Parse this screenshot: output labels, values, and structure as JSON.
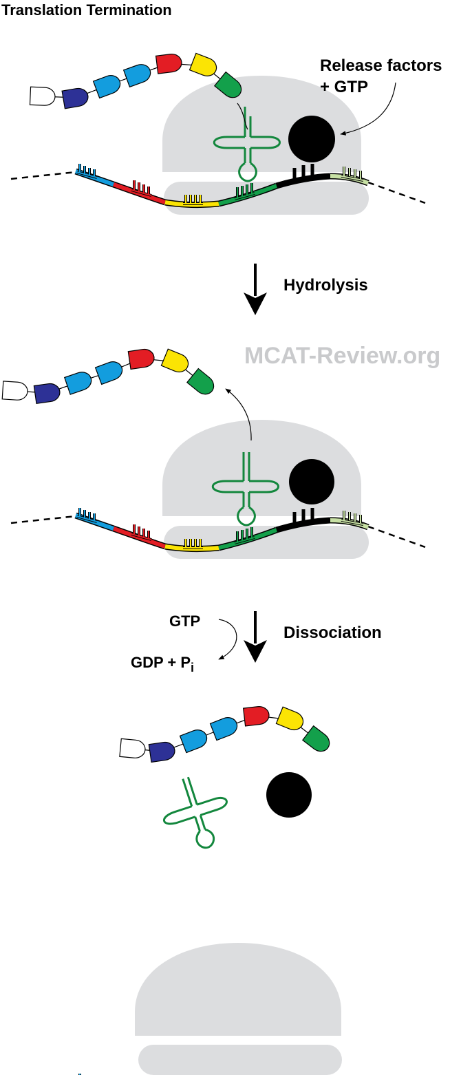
{
  "title": "Translation Termination",
  "watermark": "MCAT-Review.org",
  "labels": {
    "release_factors": "Release factors",
    "plus_gtp": "+ GTP",
    "hydrolysis": "Hydrolysis",
    "dissociation": "Dissociation",
    "gtp": "GTP",
    "gdp_pi_main": "GDP + P",
    "gdp_pi_sub": "i"
  },
  "colors": {
    "ribosome": "#dcdddf",
    "watermark": "#c9cacc",
    "trna": "#13873d",
    "release_factor": "#000000",
    "chain": [
      "#ffffff",
      "#2d3196",
      "#139dde",
      "#139dde",
      "#e31d24",
      "#fbe404",
      "#13a04b"
    ],
    "codons": [
      "#139dde",
      "#e31d24",
      "#fbe404",
      "#13a04b",
      "#000000",
      "#c7e0a4"
    ]
  },
  "icons": [
    "ribosome-large-subunit",
    "ribosome-small-subunit",
    "release-factor-icon",
    "trna-icon",
    "polypeptide-chain",
    "mrna-strand",
    "arrow-down-icon"
  ]
}
